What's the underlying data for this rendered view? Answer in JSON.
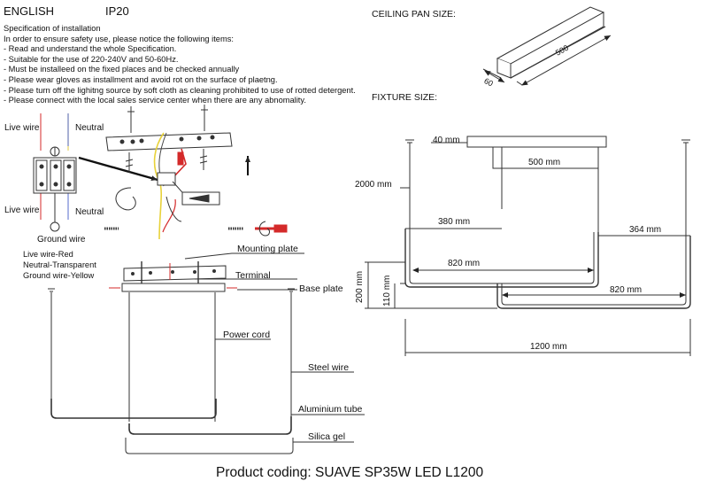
{
  "header": {
    "language": "ENGLISH",
    "ip_rating": "IP20"
  },
  "spec": {
    "title": "Specification of installation",
    "lines": [
      "In order to ensure safety use, please notice the following items:",
      "- Read and understand the whole Specification.",
      "- Suitable for the use of 220-240V and 50-60Hz.",
      "- Must be installeed on the fixed places and be checked annually",
      "- Please wear gloves as installment and avoid rot on the surface of plaetng.",
      "- Please turn off the lighitng source by soft cloth as cleaning prohibited to use of rotted detergent.",
      "- Please connect with the local sales service center when there are any abnomality."
    ]
  },
  "wiring": {
    "live_wire_top": "Live wire",
    "neutral_top": "Neutral",
    "live_wire_bottom": "Live wire",
    "neutral_bottom": "Neutral",
    "ground_wire": "Ground wire",
    "legend": [
      "Live wire-Red",
      "Neutral-Transparent",
      "Ground wire-Yellow"
    ]
  },
  "parts": {
    "mounting_plate": "Mounting plate",
    "terminal": "Terminal",
    "base_plate": "Base plate",
    "power_cord": "Power cord",
    "steel_wire": "Steel wire",
    "aluminium_tube": "Aluminium tube",
    "silica_gel": "Silica gel"
  },
  "ceiling_pan": {
    "title": "CEILING PAN  SIZE:",
    "length": "500",
    "width": "60"
  },
  "fixture": {
    "title": "FIXTURE SIZE:",
    "dims": {
      "d40": "40 mm",
      "d500": "500 mm",
      "d2000": "2000 mm",
      "d380": "380 mm",
      "d364": "364 mm",
      "d820a": "820 mm",
      "d820b": "820 mm",
      "d200": "200 mm",
      "d110": "110 mm",
      "d1200": "1200 mm"
    }
  },
  "footer": {
    "product_coding": "Product coding: SUAVE SP35W LED L1200"
  },
  "colors": {
    "red": "#d42a2a",
    "yellow": "#e8d23a",
    "line": "#333333"
  }
}
